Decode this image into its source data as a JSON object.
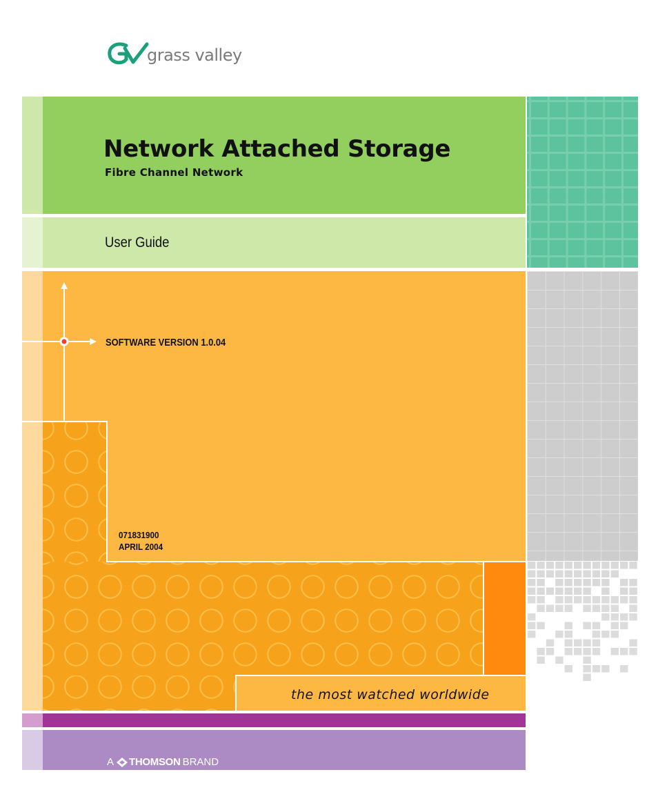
{
  "brand": {
    "logo_mark": "Gv",
    "logo_text": "grass valley",
    "parent_prefix": "A",
    "parent_name": "THOMSON",
    "parent_suffix": "BRAND"
  },
  "cover": {
    "title": "Network Attached Storage",
    "subtitle": "Fibre Channel Network",
    "guide_type": "User Guide",
    "software_version": "SOFTWARE VERSION 1.0.04",
    "part_number": "071831900",
    "date": "APRIL 2004",
    "tagline": "the most watched worldwide"
  },
  "colors": {
    "green": "#92cf5f",
    "light_green": "#cde8a8",
    "orange": "#fcb843",
    "deep_orange": "#f7a21b",
    "accent_orange": "#ff8a0d",
    "teal": "#5cc39e",
    "gray": "#cdcdcd",
    "magenta": "#a23498",
    "purple": "#ac8bc5",
    "logo_green": "#1aa07a",
    "target_red": "#e8442c"
  },
  "icons": {
    "logo": "grass-valley-logo-icon",
    "target": "crosshair-target-icon",
    "thomson": "thomson-logo-icon"
  }
}
